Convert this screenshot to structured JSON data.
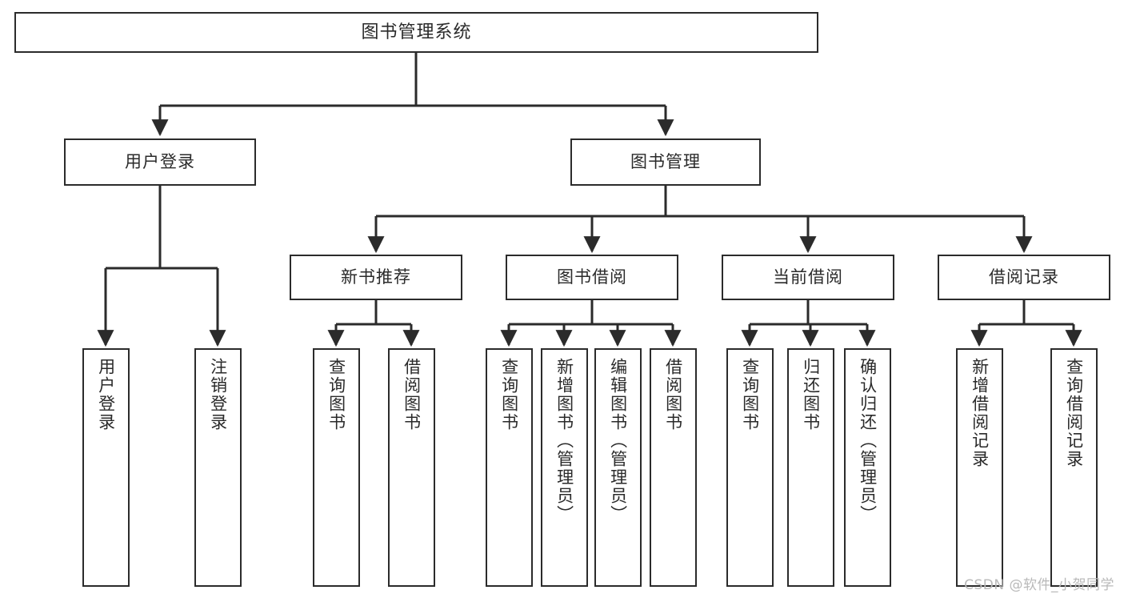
{
  "diagram": {
    "type": "tree",
    "title": "图书管理系统",
    "orientation": "top-down",
    "colors": {
      "stroke": "#2b2b2b",
      "fill": "#ffffff",
      "text": "#2a2a2a",
      "watermark": "#b9b9b9"
    },
    "watermark": "CSDN @软件_小贺同学",
    "levels": {
      "root": [
        "图书管理系统"
      ],
      "level2": [
        "用户登录",
        "图书管理"
      ],
      "level3": [
        "新书推荐",
        "图书借阅",
        "当前借阅",
        "借阅记录"
      ],
      "leaves": [
        "用户登录",
        "注销登录",
        "查询图书",
        "借阅图书",
        "查询图书",
        "新增图书（管理员）",
        "编辑图书（管理员）",
        "借阅图书",
        "查询图书",
        "归还图书",
        "确认归还（管理员）",
        "新增借阅记录",
        "查询借阅记录"
      ]
    },
    "nodes": {
      "root": {
        "label": "图书管理系统"
      },
      "user_login": {
        "label": "用户登录"
      },
      "book_manage": {
        "label": "图书管理"
      },
      "new_book_rec": {
        "label": "新书推荐"
      },
      "book_borrow": {
        "label": "图书借阅"
      },
      "current_borrow": {
        "label": "当前借阅"
      },
      "borrow_record": {
        "label": "借阅记录"
      },
      "leaf_user_login": {
        "label": "用户登录"
      },
      "leaf_logout": {
        "label": "注销登录"
      },
      "leaf_query_book_1": {
        "label": "查询图书"
      },
      "leaf_borrow_book_1": {
        "label": "借阅图书"
      },
      "leaf_query_book_2": {
        "label": "查询图书"
      },
      "leaf_add_book": {
        "label": "新增图书（管理员）"
      },
      "leaf_edit_book": {
        "label": "编辑图书（管理员）"
      },
      "leaf_borrow_book_2": {
        "label": "借阅图书"
      },
      "leaf_query_book_3": {
        "label": "查询图书"
      },
      "leaf_return_book": {
        "label": "归还图书"
      },
      "leaf_confirm_return": {
        "label": "确认归还（管理员）"
      },
      "leaf_add_record": {
        "label": "新增借阅记录"
      },
      "leaf_query_record": {
        "label": "查询借阅记录"
      }
    },
    "edges": [
      {
        "from": "root",
        "to": "user_login"
      },
      {
        "from": "root",
        "to": "book_manage"
      },
      {
        "from": "user_login",
        "to": "leaf_user_login"
      },
      {
        "from": "user_login",
        "to": "leaf_logout"
      },
      {
        "from": "book_manage",
        "to": "new_book_rec"
      },
      {
        "from": "book_manage",
        "to": "book_borrow"
      },
      {
        "from": "book_manage",
        "to": "current_borrow"
      },
      {
        "from": "book_manage",
        "to": "borrow_record"
      },
      {
        "from": "new_book_rec",
        "to": "leaf_query_book_1"
      },
      {
        "from": "new_book_rec",
        "to": "leaf_borrow_book_1"
      },
      {
        "from": "book_borrow",
        "to": "leaf_query_book_2"
      },
      {
        "from": "book_borrow",
        "to": "leaf_add_book"
      },
      {
        "from": "book_borrow",
        "to": "leaf_edit_book"
      },
      {
        "from": "book_borrow",
        "to": "leaf_borrow_book_2"
      },
      {
        "from": "current_borrow",
        "to": "leaf_query_book_3"
      },
      {
        "from": "current_borrow",
        "to": "leaf_return_book"
      },
      {
        "from": "current_borrow",
        "to": "leaf_confirm_return"
      },
      {
        "from": "borrow_record",
        "to": "leaf_add_record"
      },
      {
        "from": "borrow_record",
        "to": "leaf_query_record"
      }
    ]
  }
}
